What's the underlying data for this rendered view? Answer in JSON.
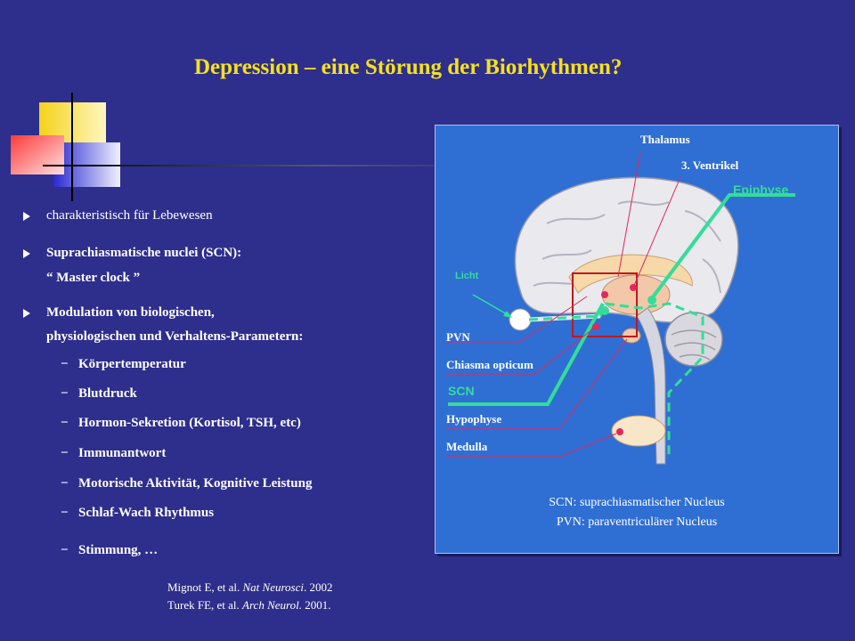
{
  "title": "Depression – eine Störung der Biorhythmen?",
  "bullets": {
    "b1": "charakteristisch für Lebewesen",
    "b2_line1": "Suprachiasmatische nuclei (SCN):",
    "b2_line2": "“ Master clock ”",
    "b3_line1": "Modulation von biologischen,",
    "b3_line2": "physiologischen und Verhaltens-Parametern:",
    "dash": "−",
    "subs": [
      "Körpertemperatur",
      "Blutdruck",
      "Hormon-Sekretion (Kortisol, TSH, etc)",
      "Immunantwort",
      "Motorische Aktivität, Kognitive Leistung",
      "Schlaf-Wach Rhythmus",
      "Stimmung, …"
    ]
  },
  "references": {
    "r1_authors": "Mignot E, et al.",
    "r1_journal": "Nat Neurosci",
    "r1_year": ". 2002",
    "r2_authors": "Turek FE, et al.",
    "r2_journal": "Arch Neurol.",
    "r2_year": " 2001."
  },
  "diagram": {
    "labels": {
      "thalamus": "Thalamus",
      "ventrikel": "3. Ventrikel",
      "epiphyse": "Epiphyse",
      "licht": "Licht",
      "pvn": "PVN",
      "chiasma": "Chiasma opticum",
      "scn": "SCN",
      "hypophyse": "Hypophyse",
      "medulla": "Medulla"
    },
    "caption_line1": "SCN: suprachiasmatischer Nucleus",
    "caption_line2": "PVN: paraventriculärer Nucleus"
  },
  "colors": {
    "background": "#2e2e8c",
    "title": "#f6e11c",
    "panel": "#2f6fd4",
    "pathway": "#33dd99",
    "marker": "#e0285a",
    "box": "#c0181c"
  }
}
